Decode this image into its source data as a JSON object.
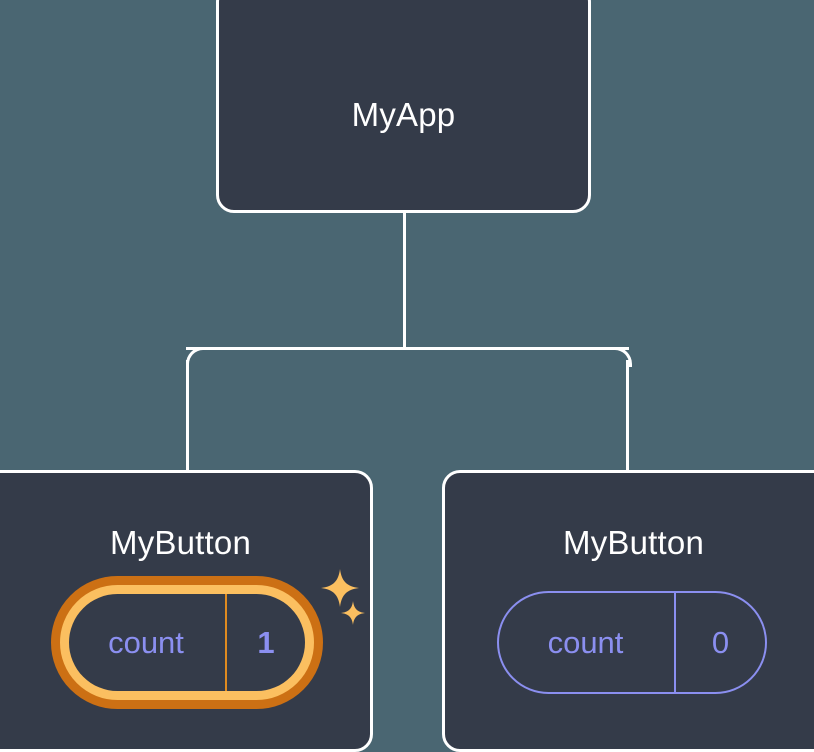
{
  "diagram": {
    "type": "component-tree",
    "background_color": "#4a6672",
    "node_color": "#343b49",
    "node_border_color": "#ffffff",
    "accent_color": "#8b8ff0",
    "highlight_outer_color": "#cc7014",
    "highlight_inner_color": "#fbbf60",
    "root": {
      "title": "MyApp"
    },
    "children": [
      {
        "title": "MyButton",
        "state": {
          "key": "count",
          "value": "1"
        },
        "highlighted": true,
        "sparkles": [
          "sparkle-large",
          "sparkle-small"
        ]
      },
      {
        "title": "MyButton",
        "state": {
          "key": "count",
          "value": "0"
        },
        "highlighted": false,
        "sparkles": []
      }
    ]
  }
}
